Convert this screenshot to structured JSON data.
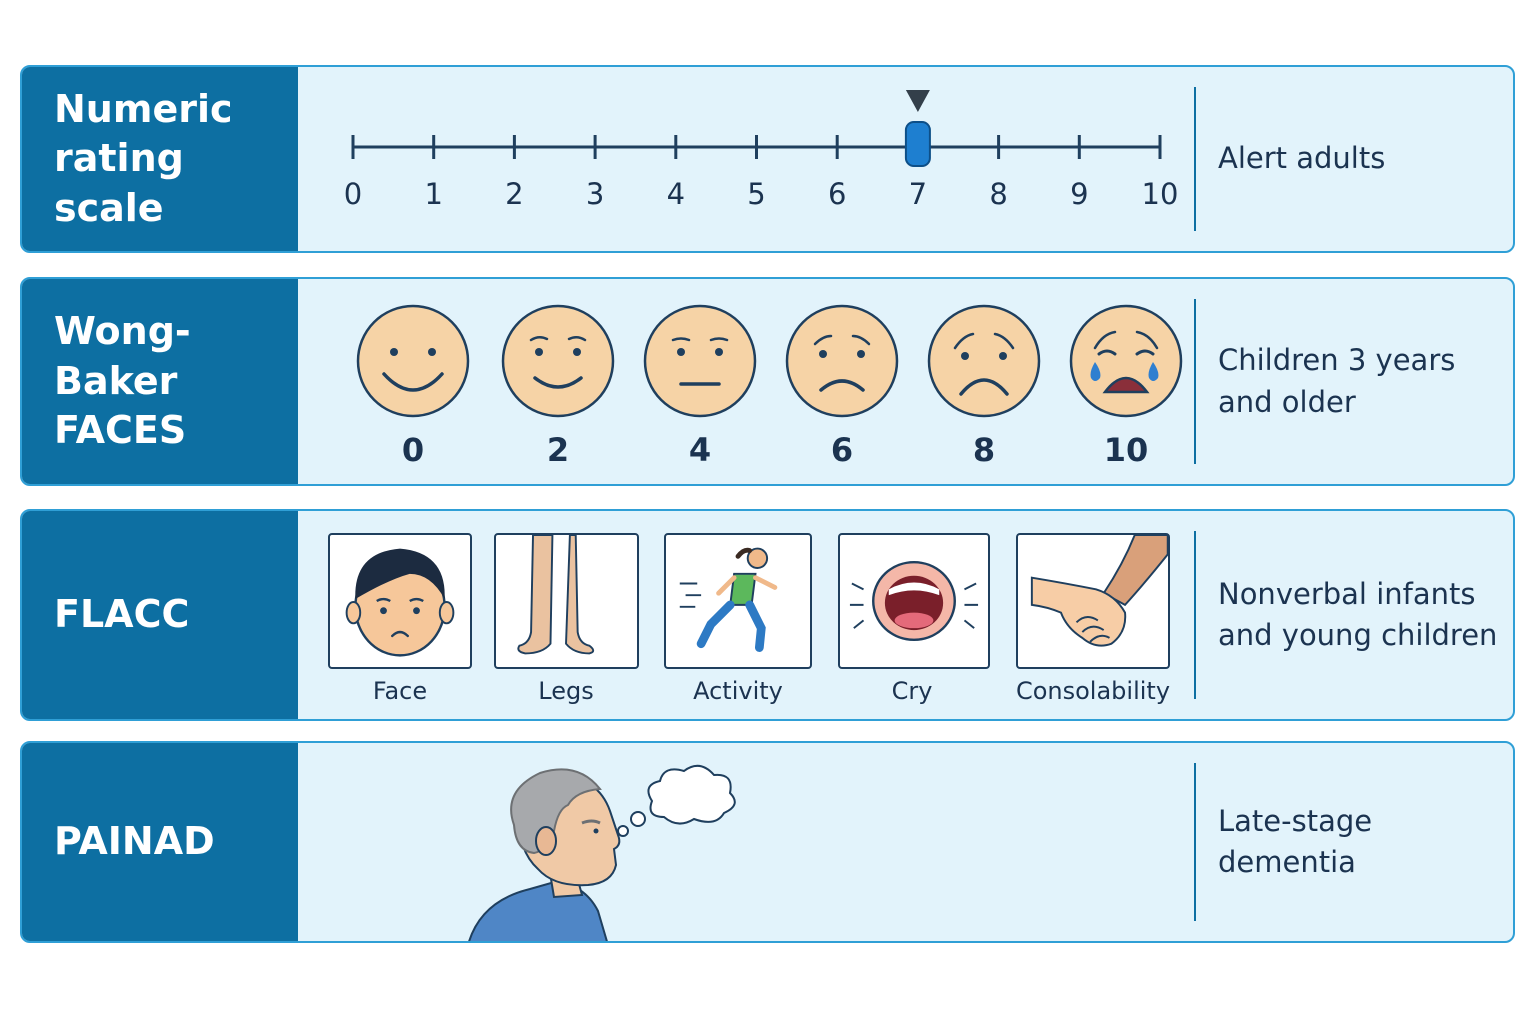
{
  "rows": [
    {
      "label_lines": [
        "Numeric",
        "rating scale"
      ],
      "use_lines": [
        "Alert adults"
      ],
      "ticks": [
        "0",
        "1",
        "2",
        "3",
        "4",
        "5",
        "6",
        "7",
        "8",
        "9",
        "10"
      ],
      "marker_value": 7
    },
    {
      "label_lines": [
        "Wong-Baker",
        "FACES"
      ],
      "use_lines": [
        "Children 3 years",
        "and older"
      ],
      "faces": [
        {
          "score": "0",
          "icon": "smiling-face-icon"
        },
        {
          "score": "2",
          "icon": "slight-smile-face-icon"
        },
        {
          "score": "4",
          "icon": "neutral-face-icon"
        },
        {
          "score": "6",
          "icon": "frowning-face-icon"
        },
        {
          "score": "8",
          "icon": "sad-face-icon"
        },
        {
          "score": "10",
          "icon": "crying-face-icon"
        }
      ]
    },
    {
      "label_lines": [
        "FLACC"
      ],
      "use_lines": [
        "Nonverbal infants",
        "and young children"
      ],
      "categories": [
        {
          "label": "Face",
          "icon": "child-face-icon"
        },
        {
          "label": "Legs",
          "icon": "legs-icon"
        },
        {
          "label": "Activity",
          "icon": "running-child-icon"
        },
        {
          "label": "Cry",
          "icon": "crying-mouth-icon"
        },
        {
          "label": "Consolability",
          "icon": "holding-hands-icon"
        }
      ]
    },
    {
      "label_lines": [
        "PAINAD"
      ],
      "use_lines": [
        "Late-stage dementia"
      ],
      "icon": "elderly-patient-thought-bubble-icon"
    }
  ],
  "colors": {
    "label_bg": "#0d6fa2",
    "row_bg": "#e2f3fb",
    "row_border": "#2f9fd6",
    "text": "#1b3350",
    "marker": "#1e7fd0",
    "face_fill": "#f6d3a6"
  }
}
